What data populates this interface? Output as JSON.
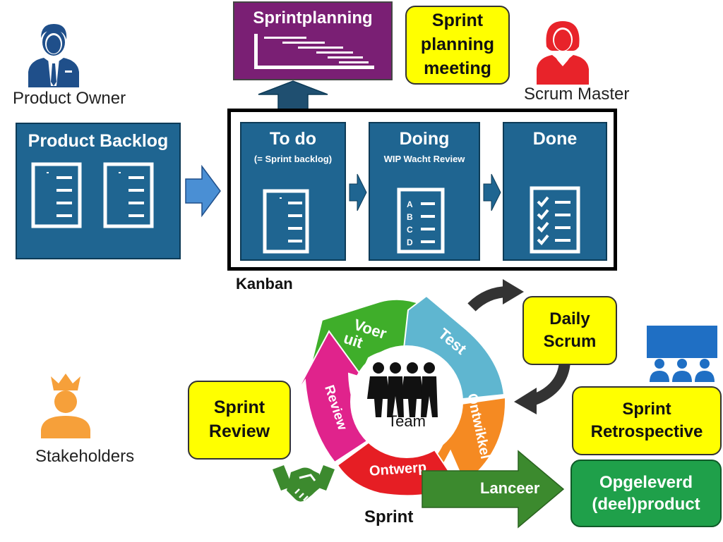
{
  "roles": {
    "product_owner": "Product Owner",
    "scrum_master": "Scrum Master",
    "stakeholders": "Stakeholders"
  },
  "sprintplanning": {
    "title": "Sprintplanning",
    "meeting": "Sprint\nplanning\nmeeting"
  },
  "product_backlog": {
    "title": "Product Backlog"
  },
  "kanban": {
    "label": "Kanban",
    "todo": {
      "title": "To do",
      "sub": "(= Sprint backlog)"
    },
    "doing": {
      "title": "Doing",
      "sub": "WIP  Wacht Review",
      "letters": [
        "A",
        "B",
        "C",
        "D"
      ]
    },
    "done": {
      "title": "Done"
    }
  },
  "cycle": {
    "center": "Team",
    "segments": [
      "Voer uit",
      "Test",
      "Ontwikkel",
      "Ontwerp",
      "Review"
    ],
    "voer_line1": "Voer",
    "voer_line2": "uit"
  },
  "boxes": {
    "daily_scrum": "Daily\nScrum",
    "sprint_review": "Sprint\nReview",
    "sprint_retro": "Sprint\nRetrospective",
    "delivered": "Opgeleverd\n(deel)product"
  },
  "lanceer": "Lanceer",
  "sprint_label": "Sprint",
  "colors": {
    "panel_blue": "#1f6591",
    "purple": "#7a1f74",
    "yellow": "#ffff00",
    "green": "#1fa04a",
    "arrow_green": "#3c8a2e",
    "red_person": "#e8232a",
    "orange_person": "#f6a03a"
  }
}
